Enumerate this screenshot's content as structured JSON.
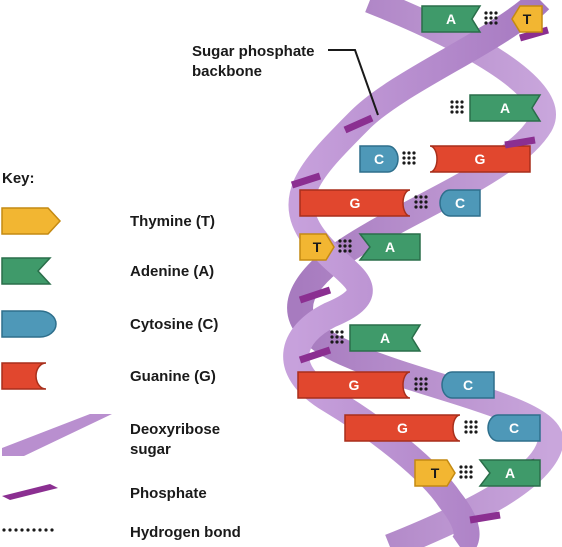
{
  "callout": {
    "line1": "Sugar phosphate",
    "line2": "backbone"
  },
  "key": {
    "title": "Key:",
    "items": [
      {
        "label": "Thymine (T)"
      },
      {
        "label": "Adenine (A)"
      },
      {
        "label": "Cytosine (C)"
      },
      {
        "label": "Guanine (G)"
      },
      {
        "label_line1": "Deoxyribose",
        "label_line2": "sugar"
      },
      {
        "label": "Phosphate"
      },
      {
        "label": "Hydrogen bond"
      }
    ]
  },
  "base_letters": {
    "thymine": "T",
    "adenine": "A",
    "cytosine": "C",
    "guanine": "G"
  },
  "colors": {
    "thymine": "#f2b632",
    "adenine": "#3f9a6a",
    "cytosine": "#4e98b8",
    "guanine": "#e1472e",
    "sugar": "#b98fcf",
    "phosphate": "#8b2f91",
    "hydrogen_bond": "#1a1a1a"
  }
}
